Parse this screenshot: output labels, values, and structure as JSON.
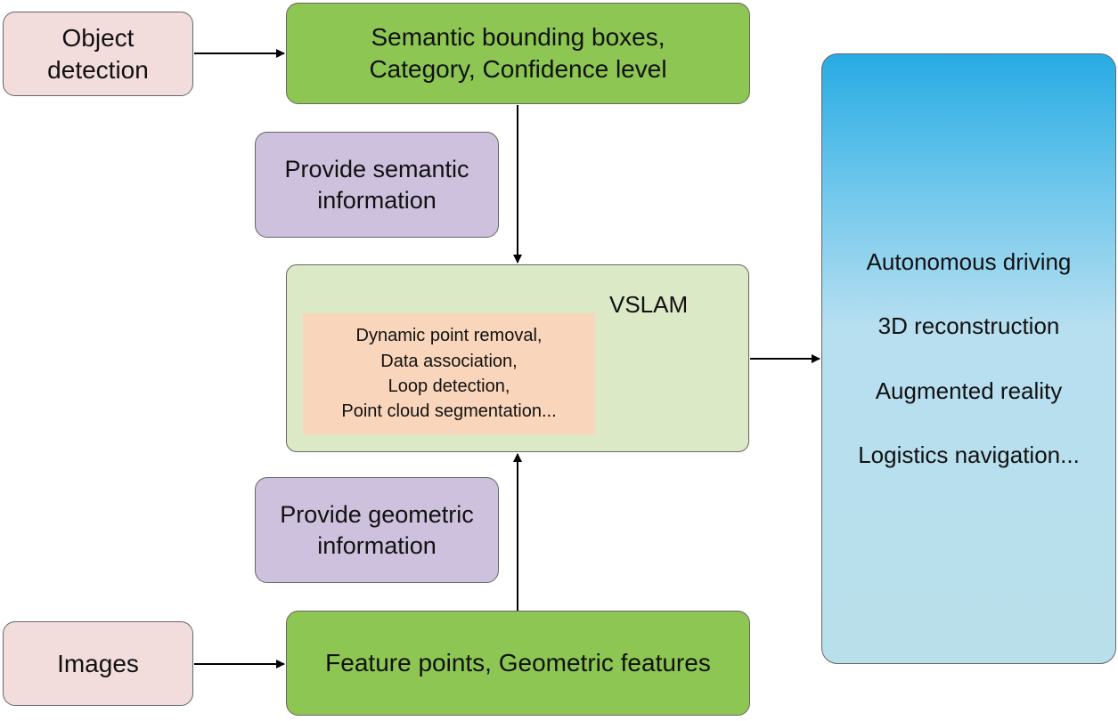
{
  "nodes": {
    "object_detection": "Object\ndetection",
    "semantic_outputs": "Semantic bounding boxes,\nCategory, Confidence level",
    "provide_semantic": "Provide semantic\ninformation",
    "vslam_title": "VSLAM",
    "vslam_tasks": "Dynamic point removal,\nData association,\nLoop detection,\nPoint cloud segmentation...",
    "provide_geometric": "Provide geometric\ninformation",
    "images": "Images",
    "feature_outputs": "Feature points, Geometric features"
  },
  "applications": [
    "Autonomous driving",
    "3D reconstruction",
    "Augmented reality",
    "Logistics navigation..."
  ],
  "colors": {
    "input_box": "#f3dcdc",
    "output_box": "#8dc653",
    "info_box": "#cdc1dd",
    "vslam_box": "#dbe9c7",
    "vslam_tasks_box": "#f9d5bb",
    "applications_box_top": "#27abe4",
    "applications_box_bottom": "#b9dfea",
    "arrow": "#000000"
  }
}
